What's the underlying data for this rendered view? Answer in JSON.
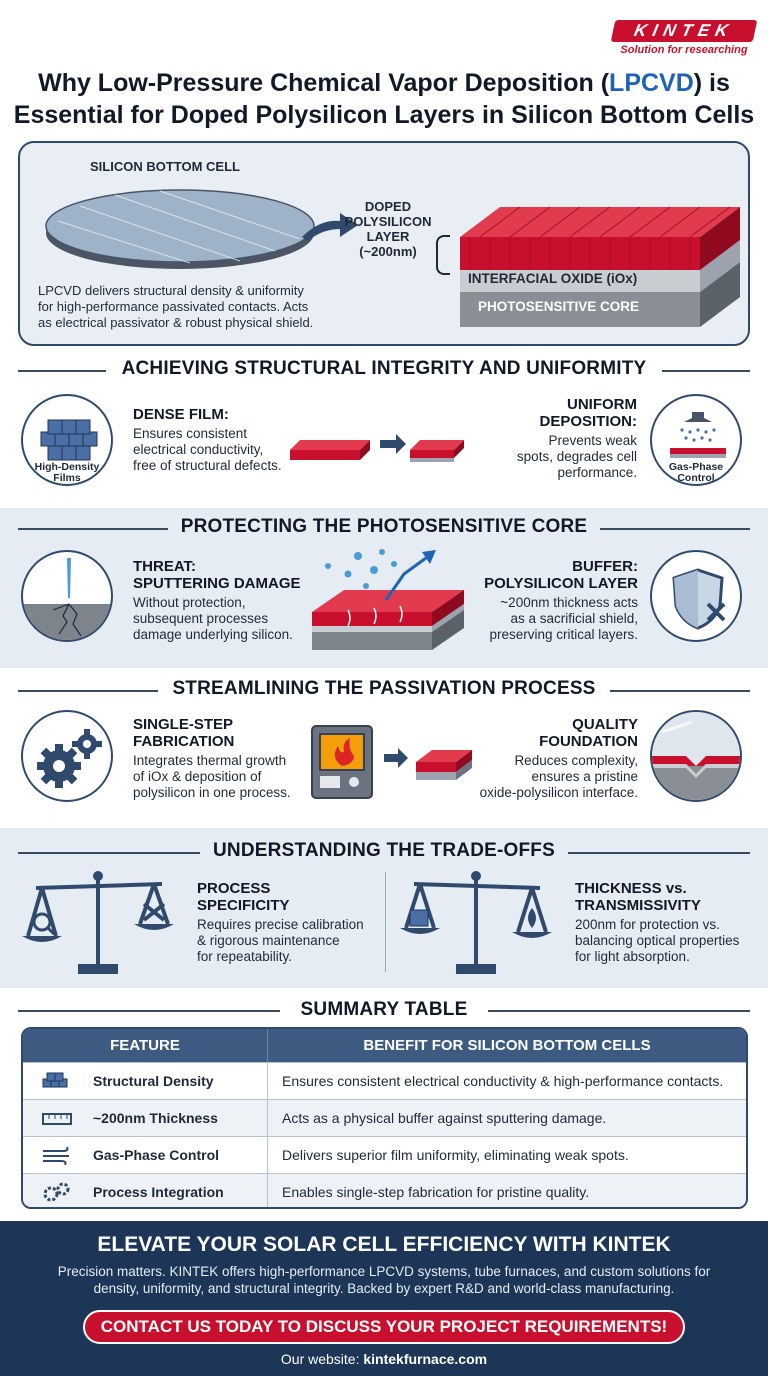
{
  "brand": {
    "name": "KINTEK",
    "tagline": "Solution for researching"
  },
  "title": {
    "line1_a": "Why Low-Pressure Chemical Vapor Deposition (",
    "line1_hl": "LPCVD",
    "line1_b": ") is",
    "line2": "Essential for Doped Polysilicon Layers in Silicon Bottom Cells"
  },
  "hero": {
    "cell_label": "SILICON BOTTOM CELL",
    "layer_label": [
      "DOPED",
      "POLYSILICON",
      "LAYER",
      "(~200nm)"
    ],
    "oxide_label": "INTERFACIAL OXIDE (iOx)",
    "core_label": "PHOTOSENSITIVE CORE",
    "description": [
      "LPCVD delivers structural density & uniformity",
      "for high-performance passivated contacts. Acts",
      "as electrical passivator & robust physical shield."
    ]
  },
  "s1": {
    "title": "ACHIEVING STRUCTURAL INTEGRITY AND UNIFORMITY",
    "left_caption": [
      "High-Density",
      "Films"
    ],
    "left_label": "DENSE FILM:",
    "left_text": [
      "Ensures consistent",
      "electrical conductivity,",
      "free of structural defects."
    ],
    "right_label": [
      "UNIFORM",
      "DEPOSITION:"
    ],
    "right_text": [
      "Prevents weak",
      "spots, degrades cell",
      "performance."
    ],
    "right_caption": [
      "Gas-Phase",
      "Control"
    ]
  },
  "s2": {
    "title": "PROTECTING THE PHOTOSENSITIVE CORE",
    "left_label": [
      "THREAT:",
      "SPUTTERING DAMAGE"
    ],
    "left_text": [
      "Without protection,",
      "subsequent processes",
      "damage underlying silicon."
    ],
    "right_label": [
      "BUFFER:",
      "POLYSILICON LAYER"
    ],
    "right_text": [
      "~200nm thickness acts",
      "as a sacrificial shield,",
      "preserving critical layers."
    ]
  },
  "s3": {
    "title": "STREAMLINING THE PASSIVATION PROCESS",
    "left_label": [
      "SINGLE-STEP",
      "FABRICATION"
    ],
    "left_text": [
      "Integrates thermal growth",
      "of iOx & deposition of",
      "polysilicon in one process."
    ],
    "right_label": [
      "QUALITY",
      "FOUNDATION"
    ],
    "right_text": [
      "Reduces complexity,",
      "ensures a pristine",
      "oxide-polysilicon interface."
    ]
  },
  "s4": {
    "title": "UNDERSTANDING THE TRADE-OFFS",
    "left_label": [
      "PROCESS",
      "SPECIFICITY"
    ],
    "left_text": [
      "Requires precise calibration",
      "& rigorous maintenance",
      "for repeatability."
    ],
    "right_label": [
      "THICKNESS vs.",
      "TRANSMISSIVITY"
    ],
    "right_text": [
      "200nm for protection vs.",
      "balancing optical properties",
      "for light absorption."
    ]
  },
  "summary": {
    "title": "SUMMARY TABLE",
    "headers": [
      "FEATURE",
      "BENEFIT FOR SILICON BOTTOM CELLS"
    ],
    "rows": [
      {
        "icon": "cubes-icon",
        "feature": "Structural Density",
        "benefit": "Ensures consistent electrical conductivity & high-performance contacts."
      },
      {
        "icon": "ruler-icon",
        "feature": "~200nm Thickness",
        "benefit": "Acts as a physical buffer against sputtering damage."
      },
      {
        "icon": "wind-icon",
        "feature": "Gas-Phase Control",
        "benefit": "Delivers superior film uniformity, eliminating weak spots."
      },
      {
        "icon": "gears-icon",
        "feature": "Process Integration",
        "benefit": "Enables single-step fabrication for pristine quality."
      }
    ]
  },
  "footer": {
    "headline": "ELEVATE YOUR SOLAR CELL EFFICIENCY WITH KINTEK",
    "body": [
      "Precision matters. KINTEK offers high-performance LPCVD systems, tube furnaces, and custom solutions for",
      "density, uniformity, and structural integrity. Backed by expert R&D and world-class manufacturing."
    ],
    "cta": "CONTACT US TODAY TO DISCUSS YOUR PROJECT REQUIREMENTS!",
    "website_label": "Our website: ",
    "website": "kintekfurnace.com"
  },
  "colors": {
    "brand_red": "#c8102e",
    "navy": "#1d3557",
    "accent_blue": "#1e63b8",
    "section_bg": "#e6ecf3"
  }
}
